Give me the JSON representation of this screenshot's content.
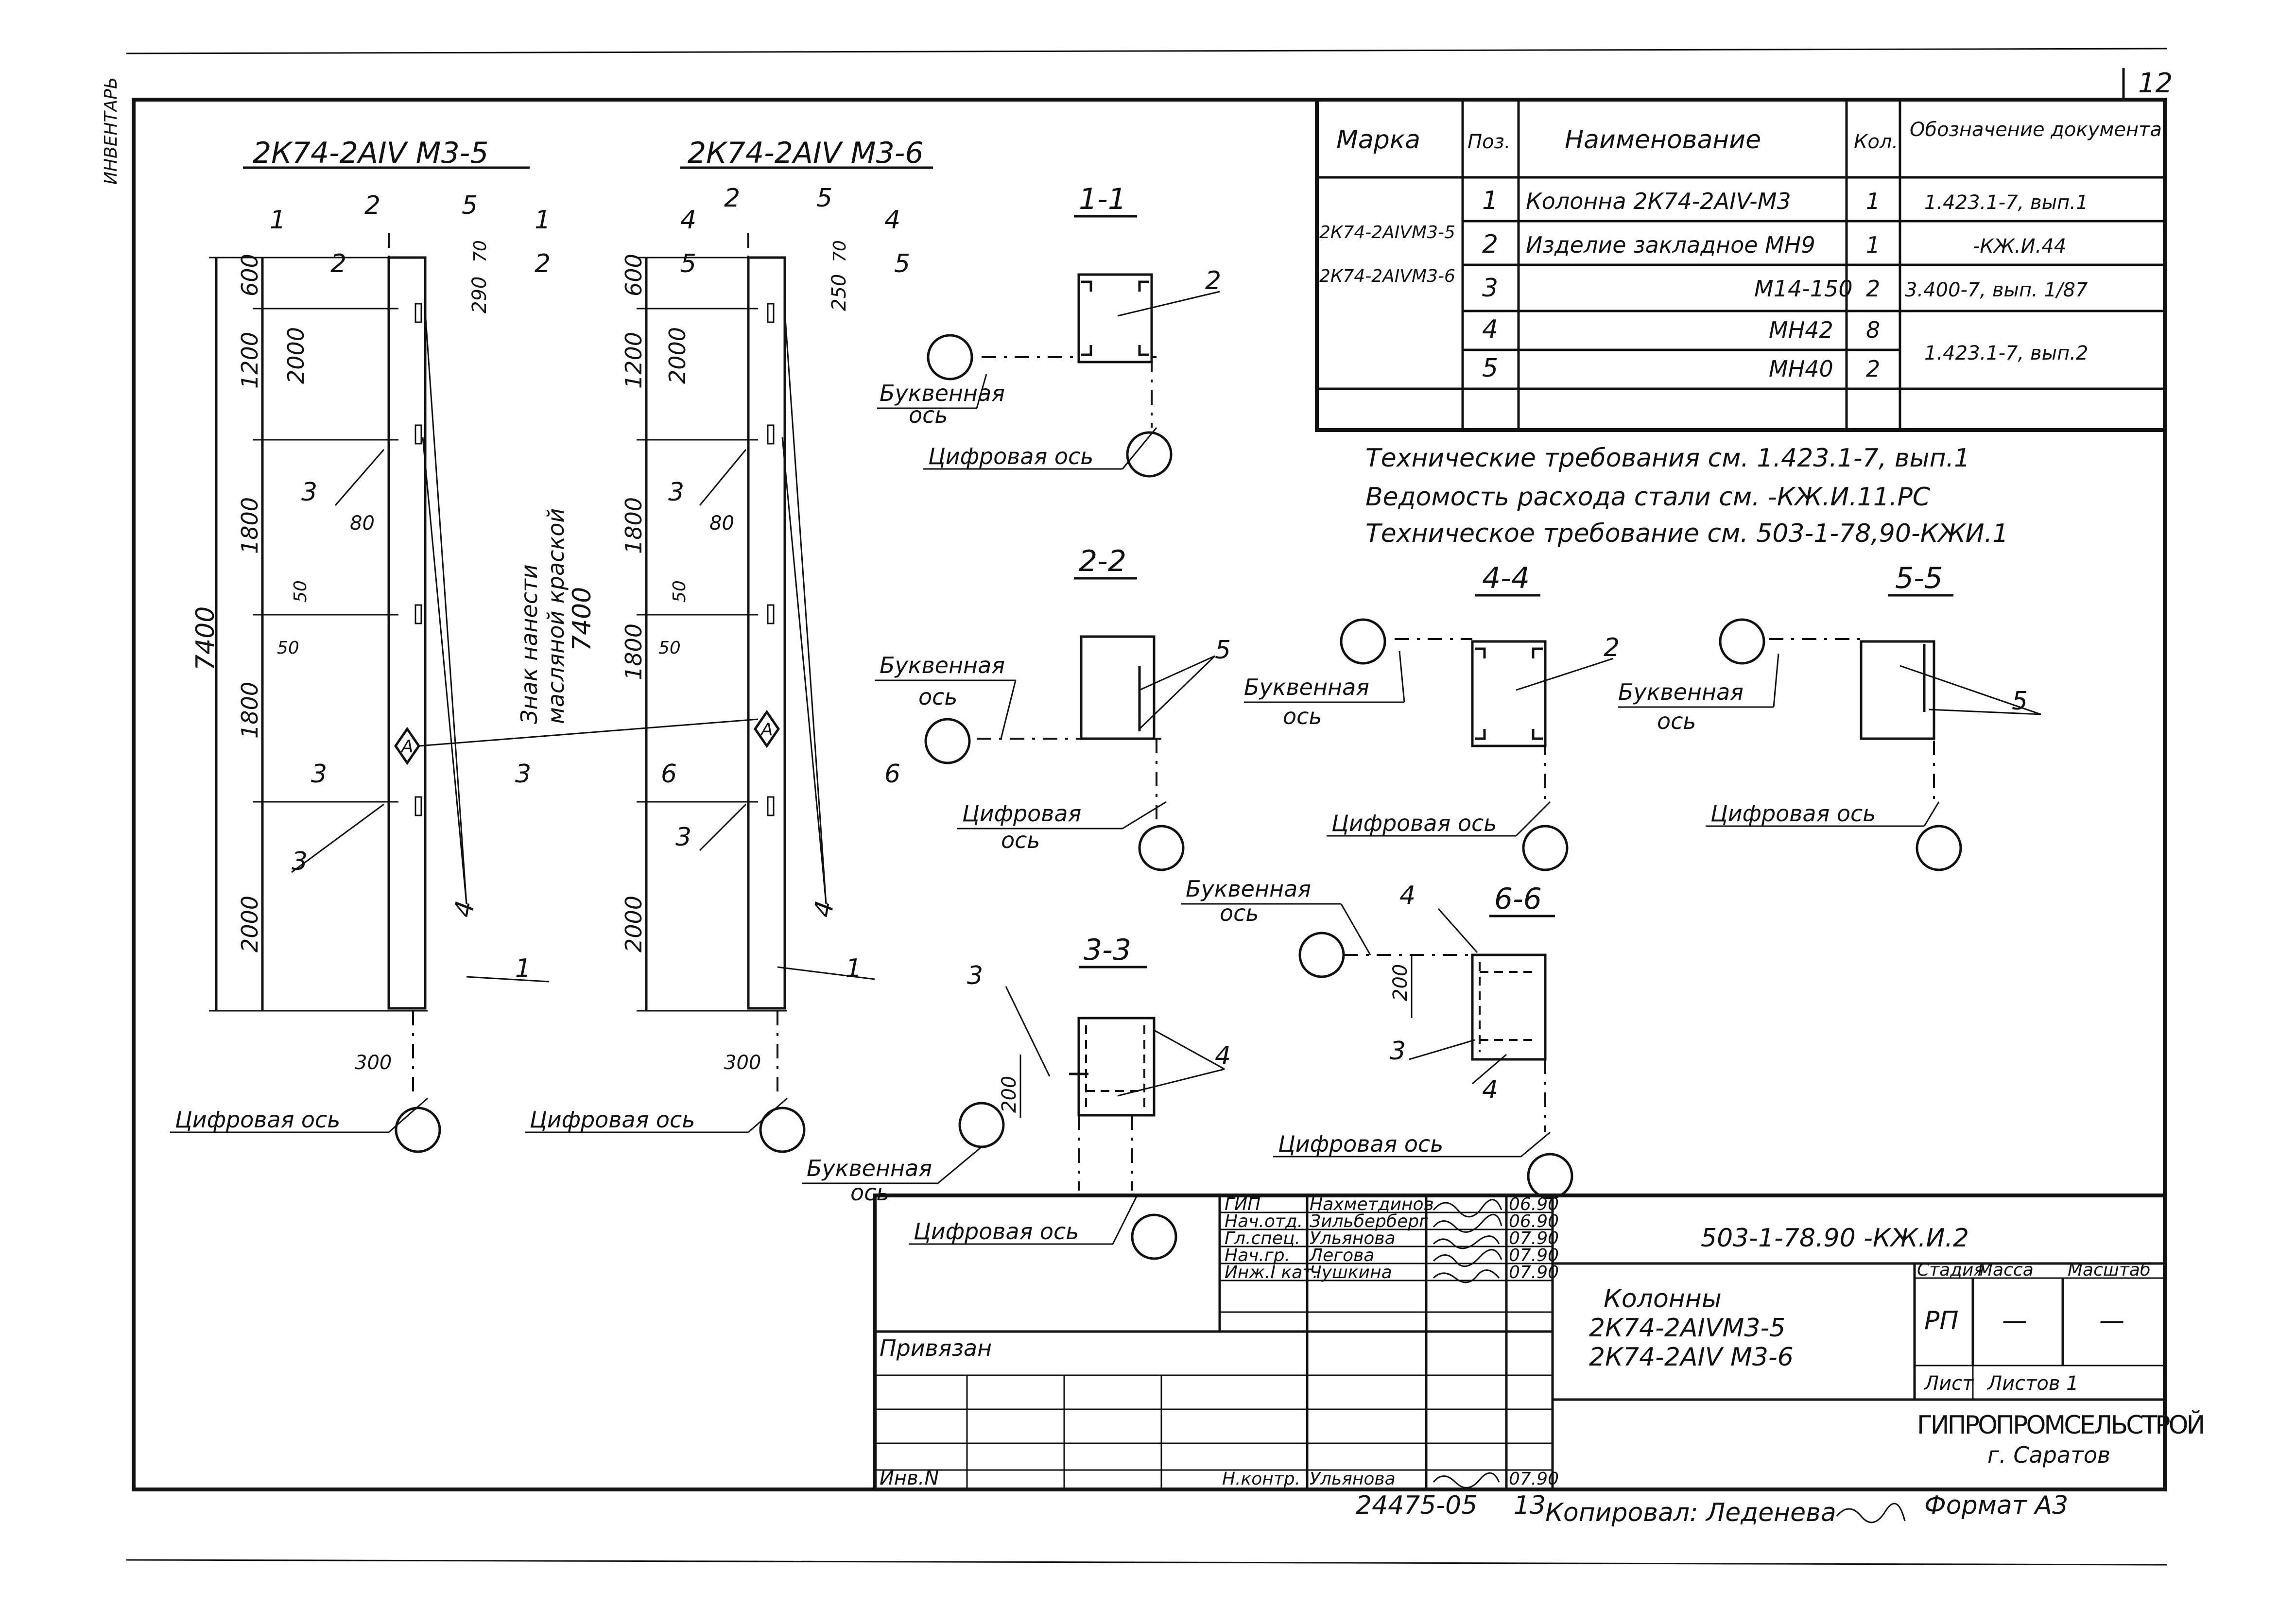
{
  "sheet_number": "12",
  "side_stamp": "ИНВЕНТАРЬ",
  "views": {
    "left_title": "2К74-2АIV М3-5",
    "right_title": "2К74-2АIV М3-6"
  },
  "dims": {
    "d600": "600",
    "d1200": "1200",
    "d1800": "1800",
    "d2000": "2000",
    "d7400": "7400",
    "d290": "290",
    "d250": "250",
    "d70": "70",
    "d80": "80",
    "d50": "50",
    "d300": "300",
    "d200": "200"
  },
  "marks": {
    "m1": "1",
    "m2": "2",
    "m3": "3",
    "m4": "4",
    "m5": "5",
    "m6": "6",
    "mA": "А"
  },
  "section_labels": {
    "s11": "1-1",
    "s22": "2-2",
    "s33": "3-3",
    "s44": "4-4",
    "s55": "5-5",
    "s66": "6-6"
  },
  "axis_labels": {
    "letter": "Буквенная",
    "axis": "ось",
    "digital": "Цифровая ось",
    "digital_word": "Цифровая"
  },
  "paint_note": {
    "line1": "Знак нанести",
    "line2": "масляной краской"
  },
  "spec_table": {
    "headers": [
      "Марка",
      "Поз.",
      "Наименование",
      "Кол.",
      "Обозначение документа"
    ],
    "marks": [
      "2К74-2АIVМ3-5",
      "2К74-2АIVМ3-6"
    ],
    "rows": [
      {
        "pos": "1",
        "name": "Колонна 2К74-2АIV-М3",
        "qty": "1",
        "doc": "1.423.1-7, вып.1"
      },
      {
        "pos": "2",
        "name": "Изделие закладное МН9",
        "qty": "1",
        "doc": "-КЖ.И.44"
      },
      {
        "pos": "3",
        "name": "М14-150",
        "qty": "2",
        "doc": "3.400-7, вып. 1/87"
      },
      {
        "pos": "4",
        "name": "МН42",
        "qty": "8",
        "doc": "1.423.1-7, вып.2"
      },
      {
        "pos": "5",
        "name": "МН40",
        "qty": "2",
        "doc": ""
      }
    ]
  },
  "notes": [
    "Технические требования см. 1.423.1-7, вып.1",
    "Ведомость расхода стали см. -КЖ.И.11.РС",
    "Техническое требование см. 503-1-78,90-КЖИ.1"
  ],
  "title_block": {
    "code": "503-1-78.90 -КЖ.И.2",
    "roles": [
      "ГИП",
      "Нач.отд.",
      "Гл.спец.",
      "Нач.гр.",
      "Инж.I кат."
    ],
    "names": [
      "Нахметдинов",
      "Зильберберг",
      "Ульянова",
      "Легова",
      "Чушкина"
    ],
    "dates": [
      "06.90",
      "06.90",
      "07.90",
      "07.90",
      "07.90"
    ],
    "title_line1": "Колонны",
    "title_line2": "2К74-2АIVМ3-5",
    "title_line3": "2К74-2АIV М3-6",
    "stage_header": "Стадия",
    "mass_header": "Масса",
    "scale_header": "Масштаб",
    "stage": "РП",
    "mass": "—",
    "scale": "—",
    "sheet_label": "Лист",
    "sheets_label": "Листов 1",
    "org": "ГИПРОПРОМСЕЛЬСТРОЙ",
    "city": "г. Саратов",
    "privyazan": "Привязан",
    "inv": "Инв.N",
    "nkontr_role": "Н.контр.",
    "nkontr_name": "Ульянова",
    "nkontr_date": "07.90"
  },
  "footer": {
    "archive": "24475-05",
    "sheet": "13",
    "copied": "Копировал: Леденева",
    "format": "Формат А3"
  }
}
